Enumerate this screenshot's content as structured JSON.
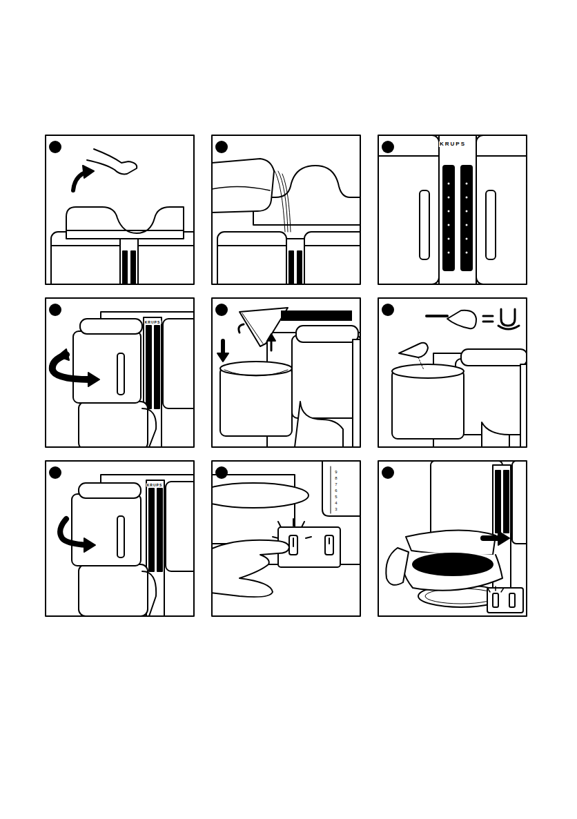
{
  "diagram": {
    "labels": [
      "KRUPS",
      "KRUPS",
      "KRUPS",
      "9",
      "8",
      "7",
      "6",
      "5",
      "4",
      "3"
    ]
  }
}
